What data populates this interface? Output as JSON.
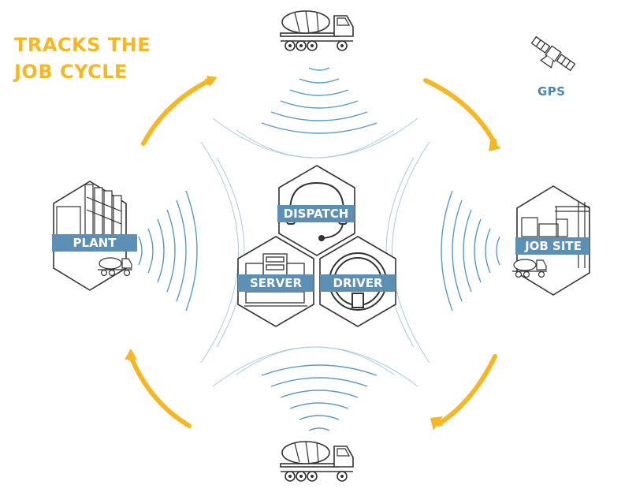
{
  "headline": {
    "line1": "TRACKS THE",
    "line2": "JOB CYCLE"
  },
  "gps": {
    "label": "GPS",
    "icon": "satellite-icon"
  },
  "nodes": {
    "plant": "PLANT",
    "job_site": "JOB SITE",
    "dispatch": "DISPATCH",
    "server": "SERVER",
    "driver": "DRIVER"
  },
  "colors": {
    "accent_yellow": "#f6b726",
    "label_blue": "#5d8fb4",
    "wave_blue": "#5a9ac6",
    "line_dark": "#3a3a3a"
  }
}
